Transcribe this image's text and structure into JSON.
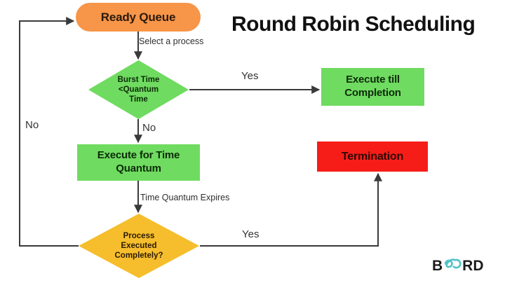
{
  "title": "Round Robin Scheduling",
  "colors": {
    "orange": "#F79548",
    "green": "#6FDB60",
    "red": "#F61D18",
    "yellow": "#F6BE2C",
    "edge": "#444444",
    "text": "#111111",
    "logo_teal": "#4FC3C7"
  },
  "nodes": {
    "ready_queue": {
      "label": "Ready Queue",
      "shape": "pill",
      "color": "#F79548"
    },
    "burst_check": {
      "line1": "Burst Time",
      "line2": "<Quantum",
      "line3": "Time",
      "shape": "diamond",
      "color": "#6FDB60"
    },
    "execute_completion": {
      "line1": "Execute till",
      "line2": "Completion",
      "shape": "rect",
      "color": "#6FDB60"
    },
    "execute_quantum": {
      "line1": "Execute for Time",
      "line2": "Quantum",
      "shape": "rect",
      "color": "#6FDB60"
    },
    "termination": {
      "label": "Termination",
      "shape": "rect",
      "color": "#F61D18"
    },
    "process_check": {
      "line1": "Process",
      "line2": "Executed",
      "line3": "Completely?",
      "shape": "diamond",
      "color": "#F6BE2C"
    }
  },
  "edge_labels": {
    "select_process": "Select a process",
    "yes_top": "Yes",
    "no_mid": "No",
    "no_left": "No",
    "time_quantum_expires": "Time Quantum Expires",
    "yes_bottom": "Yes"
  },
  "logo": {
    "text_before": "B",
    "text_after": "RD",
    "full": "BOARD"
  }
}
